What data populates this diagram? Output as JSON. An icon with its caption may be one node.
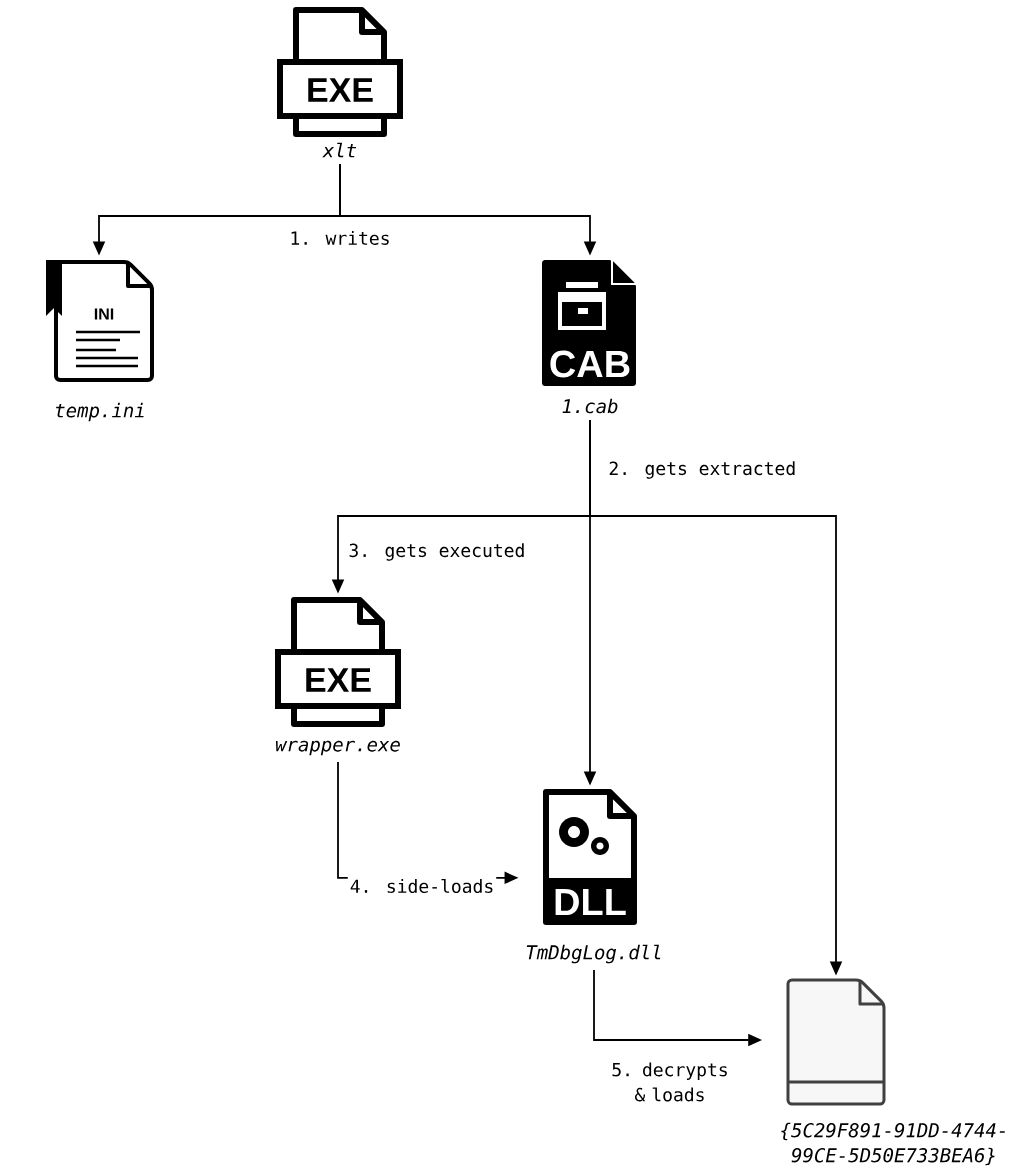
{
  "diagram": {
    "nodes": [
      {
        "text": [
          "EXE",
          "xlt"
        ]
      },
      {
        "text": [
          "INI",
          "temp.ini"
        ]
      },
      {
        "text": [
          "CAB",
          "1.cab"
        ]
      },
      {
        "text": [
          "EXE",
          "wrapper.exe"
        ]
      },
      {
        "text": [
          "DLL",
          "TmDbgLog.dll"
        ]
      },
      {
        "text": [
          "{5C29F891-91DD-4744-99CE-5D50E733BEA6}"
        ]
      }
    ],
    "edges": [
      {
        "from": 0,
        "to": 1,
        "arrow": "to",
        "label": "1. writes"
      },
      {
        "from": 0,
        "to": 2,
        "arrow": "to"
      },
      {
        "from": 2,
        "to": 4,
        "arrow": "to",
        "label": "2. gets extracted"
      },
      {
        "from": 2,
        "to": 3,
        "arrow": "to",
        "label": "3. gets executed"
      },
      {
        "from": 2,
        "to": 5,
        "arrow": "to"
      },
      {
        "from": 3,
        "to": 4,
        "arrow": "to",
        "label": "4. side-loads"
      },
      {
        "from": 4,
        "to": 5,
        "arrow": "to",
        "label": "5. decrypts & loads"
      }
    ]
  }
}
